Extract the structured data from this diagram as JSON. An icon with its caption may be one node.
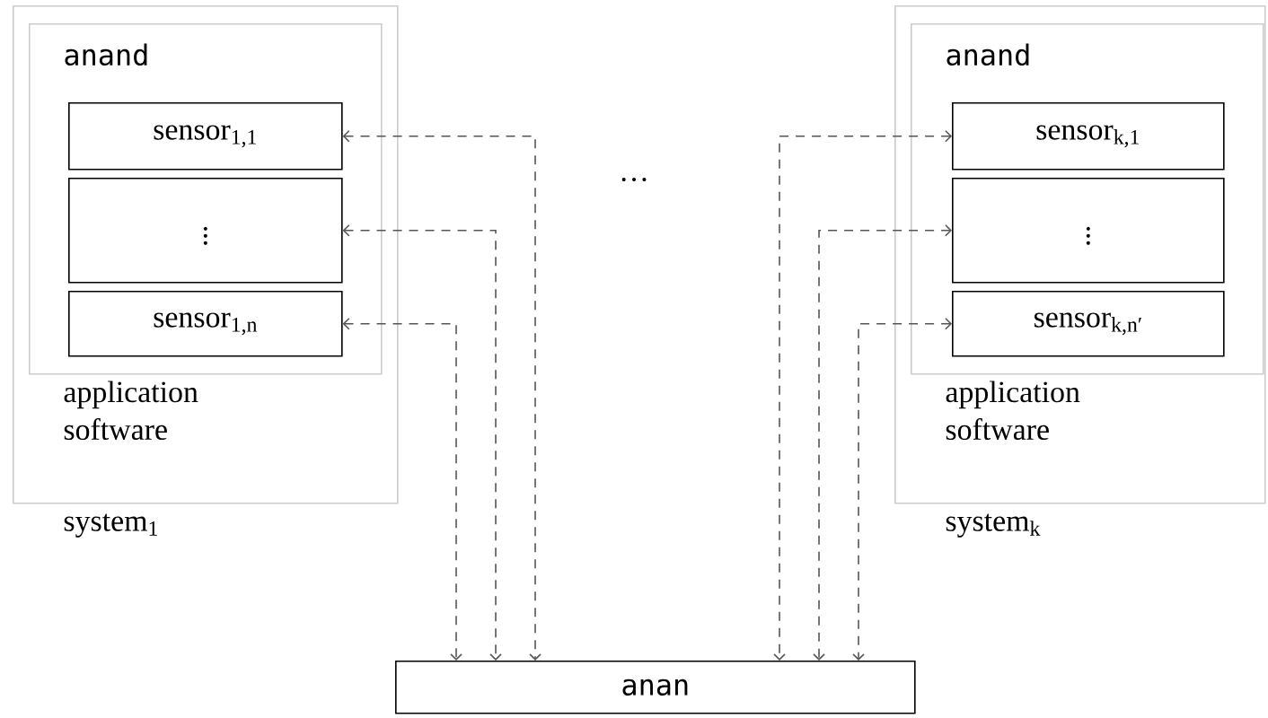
{
  "diagram": {
    "nodes": [
      {
        "text": [
          "application software"
        ],
        "beside": [
          "system$_{1}$"
        ]
      },
      {
        "text": [
          "anand"
        ],
        "in": 0
      },
      {
        "text": [
          "sensor$_{1,1}$"
        ],
        "in": 1
      },
      {
        "text": [
          "\\vdots"
        ],
        "in": 1
      },
      {
        "text": [
          "sensor$_{1,n}$"
        ],
        "in": 1
      },
      {
        "text": [
          "application software"
        ],
        "beside": [
          "system$_{k}$"
        ]
      },
      {
        "text": [
          "anand"
        ],
        "in": 5
      },
      {
        "text": [
          "sensor$_{k,1}$"
        ],
        "in": 6
      },
      {
        "text": [
          "\\vdots"
        ],
        "in": 6
      },
      {
        "text": [
          "sensor$_{k,n′}$"
        ],
        "in": 6
      },
      {
        "text": [
          "anan"
        ]
      }
    ],
    "edges": [
      {
        "from": 2,
        "to": 10,
        "arrow": "both",
        "style": "dashed"
      },
      {
        "from": 3,
        "to": 10,
        "arrow": "both",
        "style": "dashed"
      },
      {
        "from": 4,
        "to": 10,
        "arrow": "both",
        "style": "dashed"
      },
      {
        "from": 7,
        "to": 10,
        "arrow": "both",
        "style": "dashed"
      },
      {
        "from": 8,
        "to": 10,
        "arrow": "both",
        "style": "dashed"
      },
      {
        "from": 9,
        "to": 10,
        "arrow": "both",
        "style": "dashed"
      }
    ],
    "labels": [
      "…"
    ]
  }
}
